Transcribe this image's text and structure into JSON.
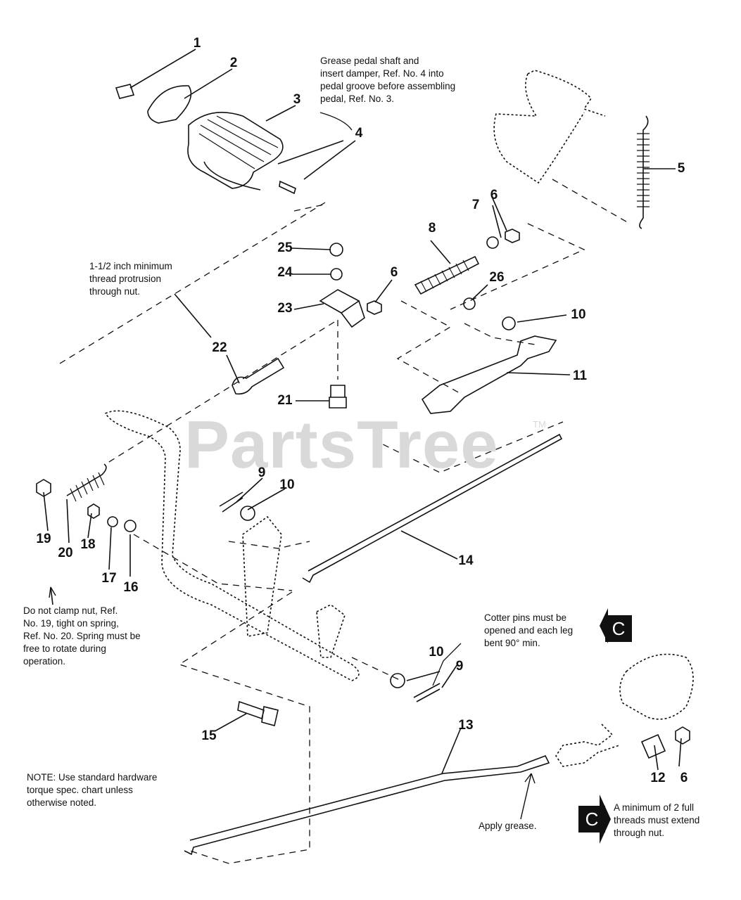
{
  "watermark": {
    "text": "PartsTree",
    "tm": "TM"
  },
  "section_ref": "C",
  "notes": {
    "grease_pedal": "Grease pedal shaft and\ninsert damper, Ref. No. 4 into\npedal groove before assembling\npedal, Ref. No. 3.",
    "thread_protrusion": "1-1/2 inch minimum\nthread protrusion\nthrough nut.",
    "clamp_nut": "Do not clamp nut, Ref.\nNo. 19, tight on spring,\nRef. No. 20. Spring must be\nfree to rotate during\noperation.",
    "cotter_pins": "Cotter pins must be\nopened and each leg\nbent 90° min.",
    "torque": "NOTE: Use standard hardware\ntorque spec. chart unless\notherwise noted.",
    "apply_grease": "Apply grease.",
    "min_threads": "A minimum of 2 full\nthreads must extend\nthrough nut."
  },
  "callouts": [
    "1",
    "2",
    "3",
    "4",
    "5",
    "6",
    "7",
    "8",
    "25",
    "24",
    "23",
    "6",
    "26",
    "10",
    "22",
    "11",
    "21",
    "9",
    "10",
    "14",
    "19",
    "20",
    "18",
    "17",
    "16",
    "10",
    "9",
    "15",
    "13",
    "12",
    "6"
  ]
}
